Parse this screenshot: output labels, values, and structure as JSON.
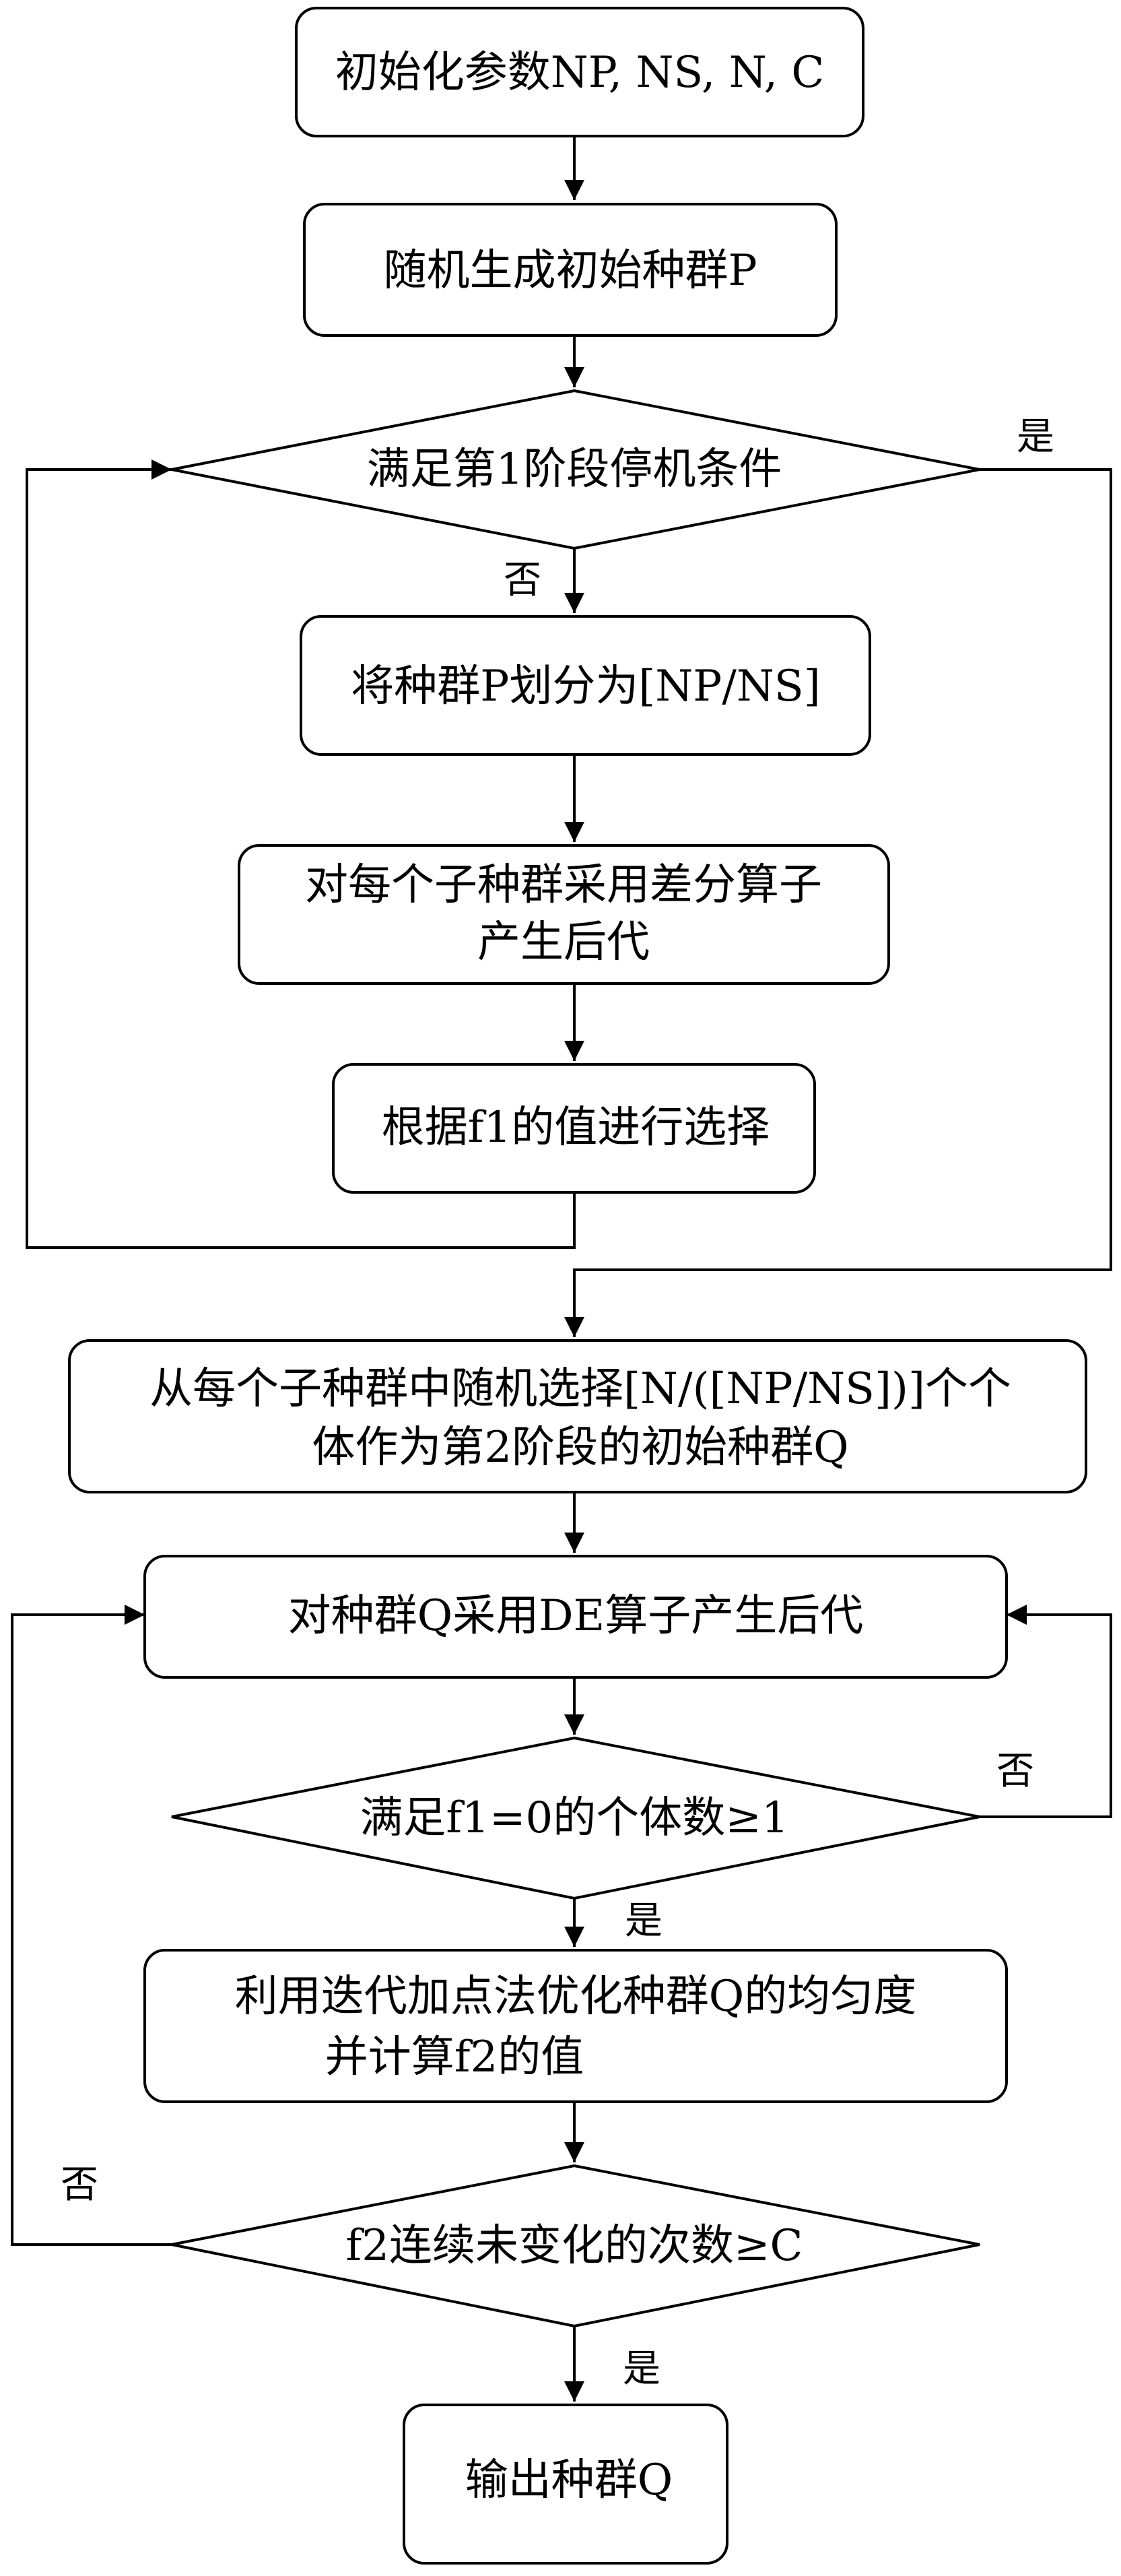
{
  "nodes": {
    "init_params": {
      "line1": "初始化参数NP, NS, N, C"
    },
    "init_population": {
      "line1": "随机生成初始种群P"
    },
    "stage1_check": {
      "line1": "满足第1阶段停机条件"
    },
    "partition": {
      "line1": "将种群P划分为[NP/NS]"
    },
    "diff_operator": {
      "line1": "对每个子种群采用差分算子",
      "line2": "产生后代"
    },
    "select_f1": {
      "line1": "根据f1的值进行选择"
    },
    "random_select": {
      "line1": "从每个子种群中随机选择[N/([NP/NS])]个个",
      "line2": "体作为第2阶段的初始种群Q"
    },
    "de_operator": {
      "line1": "对种群Q采用DE算子产生后代"
    },
    "f1_zero_check": {
      "line1": "满足f1=0的个体数≥1"
    },
    "optimize_uniformity": {
      "line1": "利用迭代加点法优化种群Q的均匀度",
      "line2": "并计算f2的值"
    },
    "f2_unchanged_check": {
      "line1": "f2连续未变化的次数≥C"
    },
    "output": {
      "line1": "输出种群Q"
    }
  },
  "edge_labels": {
    "stage1_yes": "是",
    "stage1_no": "否",
    "f1_no": "否",
    "f1_yes": "是",
    "f2_no": "否",
    "f2_yes": "是"
  }
}
